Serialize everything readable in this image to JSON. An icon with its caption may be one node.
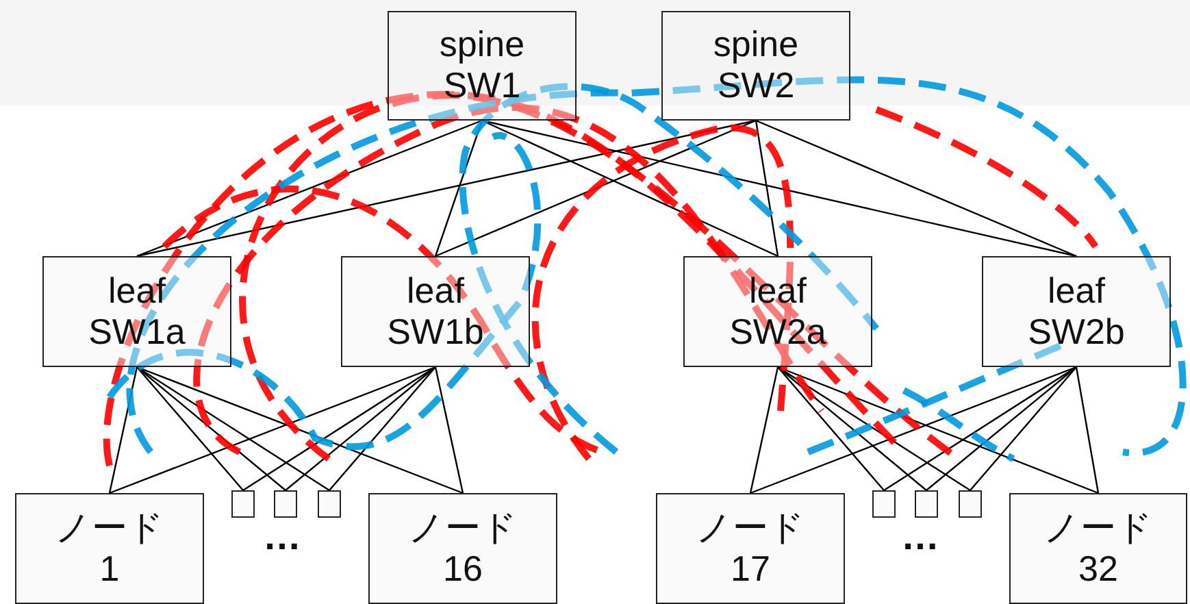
{
  "diagram": {
    "nodes": [
      {
        "text": [
          "spine SW1"
        ]
      },
      {
        "text": [
          "spine SW2"
        ]
      },
      {
        "text": [
          "leaf SW1a"
        ]
      },
      {
        "text": [
          "leaf SW1b"
        ]
      },
      {
        "text": [
          "leaf SW2a"
        ]
      },
      {
        "text": [
          "leaf SW2b"
        ]
      },
      {
        "text": [
          "ノード 1"
        ]
      },
      {
        "text": [],
        "shape": "box"
      },
      {
        "text": [],
        "shape": "box"
      },
      {
        "text": [],
        "shape": "box"
      },
      {
        "text": [
          "ノード 16"
        ]
      },
      {
        "text": [
          "ノード 17"
        ]
      },
      {
        "text": [],
        "shape": "box"
      },
      {
        "text": [],
        "shape": "box"
      },
      {
        "text": [],
        "shape": "box"
      },
      {
        "text": [
          "ノード 32"
        ]
      }
    ],
    "edges": [
      {
        "from": 0,
        "to": 2,
        "arrow": "none"
      },
      {
        "from": 0,
        "to": 3,
        "arrow": "none"
      },
      {
        "from": 0,
        "to": 4,
        "arrow": "none"
      },
      {
        "from": 0,
        "to": 5,
        "arrow": "none"
      },
      {
        "from": 1,
        "to": 2,
        "arrow": "none"
      },
      {
        "from": 1,
        "to": 3,
        "arrow": "none"
      },
      {
        "from": 1,
        "to": 4,
        "arrow": "none"
      },
      {
        "from": 1,
        "to": 5,
        "arrow": "none"
      },
      {
        "from": 2,
        "to": 6,
        "arrow": "none"
      },
      {
        "from": 2,
        "to": 7,
        "arrow": "none"
      },
      {
        "from": 2,
        "to": 8,
        "arrow": "none"
      },
      {
        "from": 2,
        "to": 9,
        "arrow": "none"
      },
      {
        "from": 2,
        "to": 10,
        "arrow": "none"
      },
      {
        "from": 3,
        "to": 6,
        "arrow": "none"
      },
      {
        "from": 3,
        "to": 7,
        "arrow": "none"
      },
      {
        "from": 3,
        "to": 8,
        "arrow": "none"
      },
      {
        "from": 3,
        "to": 9,
        "arrow": "none"
      },
      {
        "from": 3,
        "to": 10,
        "arrow": "none"
      },
      {
        "from": 4,
        "to": 11,
        "arrow": "none"
      },
      {
        "from": 4,
        "to": 12,
        "arrow": "none"
      },
      {
        "from": 4,
        "to": 13,
        "arrow": "none"
      },
      {
        "from": 4,
        "to": 14,
        "arrow": "none"
      },
      {
        "from": 4,
        "to": 15,
        "arrow": "none"
      },
      {
        "from": 5,
        "to": 11,
        "arrow": "none"
      },
      {
        "from": 5,
        "to": 12,
        "arrow": "none"
      },
      {
        "from": 5,
        "to": 13,
        "arrow": "none"
      },
      {
        "from": 5,
        "to": 14,
        "arrow": "none"
      },
      {
        "from": 5,
        "to": 15,
        "arrow": "none"
      }
    ],
    "labels": [
      "…",
      "…"
    ]
  }
}
